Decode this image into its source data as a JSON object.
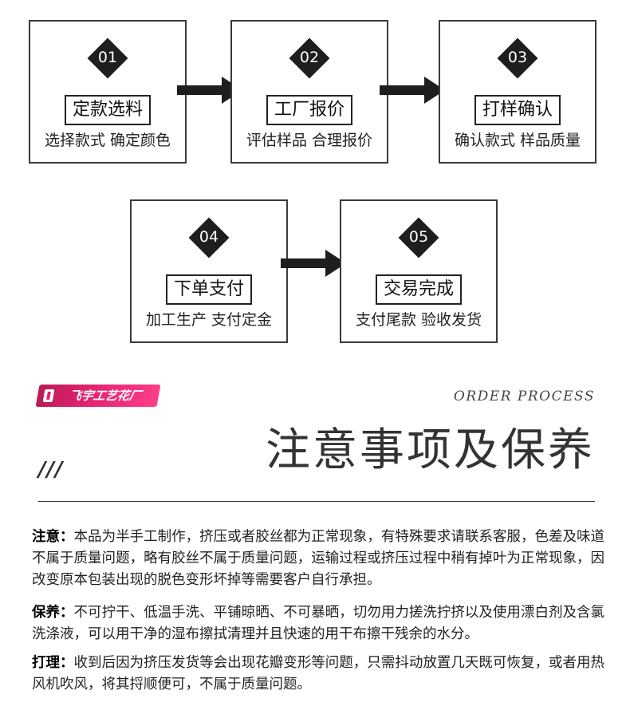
{
  "steps": [
    {
      "num": "01",
      "title": "定款选料",
      "desc": "选择款式 确定颜色"
    },
    {
      "num": "02",
      "title": "工厂报价",
      "desc": "评估样品 合理报价"
    },
    {
      "num": "03",
      "title": "打样确认",
      "desc": "确认款式 样品质量"
    },
    {
      "num": "04",
      "title": "下单支付",
      "desc": "加工生产 支付定金"
    },
    {
      "num": "05",
      "title": "交易完成",
      "desc": "支付尾款 验收发货"
    }
  ],
  "brand": {
    "text": "飞宇工艺花厂"
  },
  "section": {
    "eyebrow": "ORDER PROCESS",
    "heading": "注意事项及保养",
    "slashes": "///"
  },
  "notes": [
    {
      "label": "注意：",
      "text": "本品为半手工制作，挤压或者胶丝都为正常现象，有特殊要求请联系客服，色差及味道不属于质量问题，略有胶丝不属于质量问题，运输过程或挤压过程中稍有掉叶为正常现象，因改变原本包装出现的脱色变形坏掉等需要客户自行承担。"
    },
    {
      "label": "保养：",
      "text": "不可拧干、低温手洗、平铺晾晒、不可暴晒，切勿用力搓洗拧挤以及使用漂白剂及含氯洗涤液，可以用干净的湿布擦拭清理并且快速的用干布擦干残余的水分。"
    },
    {
      "label": "打理：",
      "text": "收到后因为挤压发货等会出现花瓣变形等问题，只需抖动放置几天既可恢复，或者用热风机吹风，将其捋顺便可，不属于质量问题。"
    }
  ],
  "colors": {
    "accent": "#e0226f",
    "ink": "#1e1e1e"
  }
}
